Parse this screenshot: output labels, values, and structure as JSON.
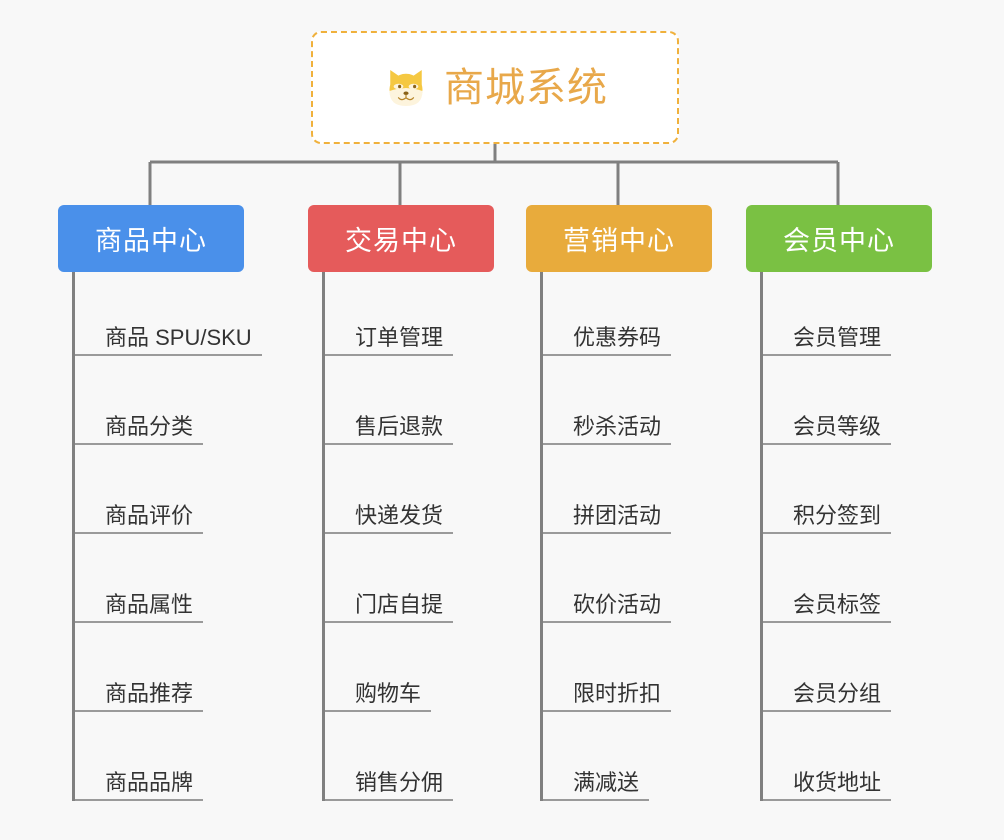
{
  "diagram": {
    "type": "org-tree",
    "background_color": "#f8f8f8",
    "connector_color": "#808080",
    "root": {
      "title": "商城系统",
      "icon": "shiba-dog-icon",
      "text_color": "#e8a84a",
      "border_color": "#f0b13c",
      "background_color": "#ffffff"
    },
    "columns": [
      {
        "id": "product-center",
        "label": "商品中心",
        "color": "#4a90ea",
        "items": [
          "商品 SPU/SKU",
          "商品分类",
          "商品评价",
          "商品属性",
          "商品推荐",
          "商品品牌"
        ]
      },
      {
        "id": "trade-center",
        "label": "交易中心",
        "color": "#e55b5b",
        "items": [
          "订单管理",
          "售后退款",
          "快递发货",
          "门店自提",
          "购物车",
          "销售分佣"
        ]
      },
      {
        "id": "marketing-center",
        "label": "营销中心",
        "color": "#e8ab3c",
        "items": [
          "优惠券码",
          "秒杀活动",
          "拼团活动",
          "砍价活动",
          "限时折扣",
          "满减送"
        ]
      },
      {
        "id": "member-center",
        "label": "会员中心",
        "color": "#7ac143",
        "items": [
          "会员管理",
          "会员等级",
          "积分签到",
          "会员标签",
          "会员分组",
          "收货地址"
        ]
      }
    ]
  }
}
